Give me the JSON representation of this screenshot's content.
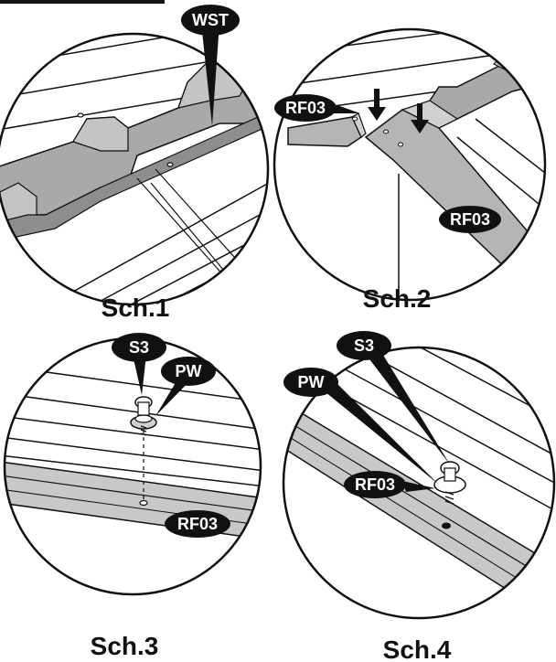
{
  "panels": [
    {
      "caption": "Sch.1",
      "labels": [
        "WST"
      ]
    },
    {
      "caption": "Sch.2",
      "labels": [
        "RF03",
        "RF03"
      ]
    },
    {
      "caption": "Sch.3",
      "labels": [
        "S3",
        "PW",
        "RF03"
      ]
    },
    {
      "caption": "Sch.4",
      "labels": [
        "S3",
        "PW",
        "RF03"
      ]
    }
  ],
  "colors": {
    "ink": "#111111",
    "shade": "#a9a9a9",
    "light": "#d8d8d8",
    "paper": "#ffffff"
  }
}
